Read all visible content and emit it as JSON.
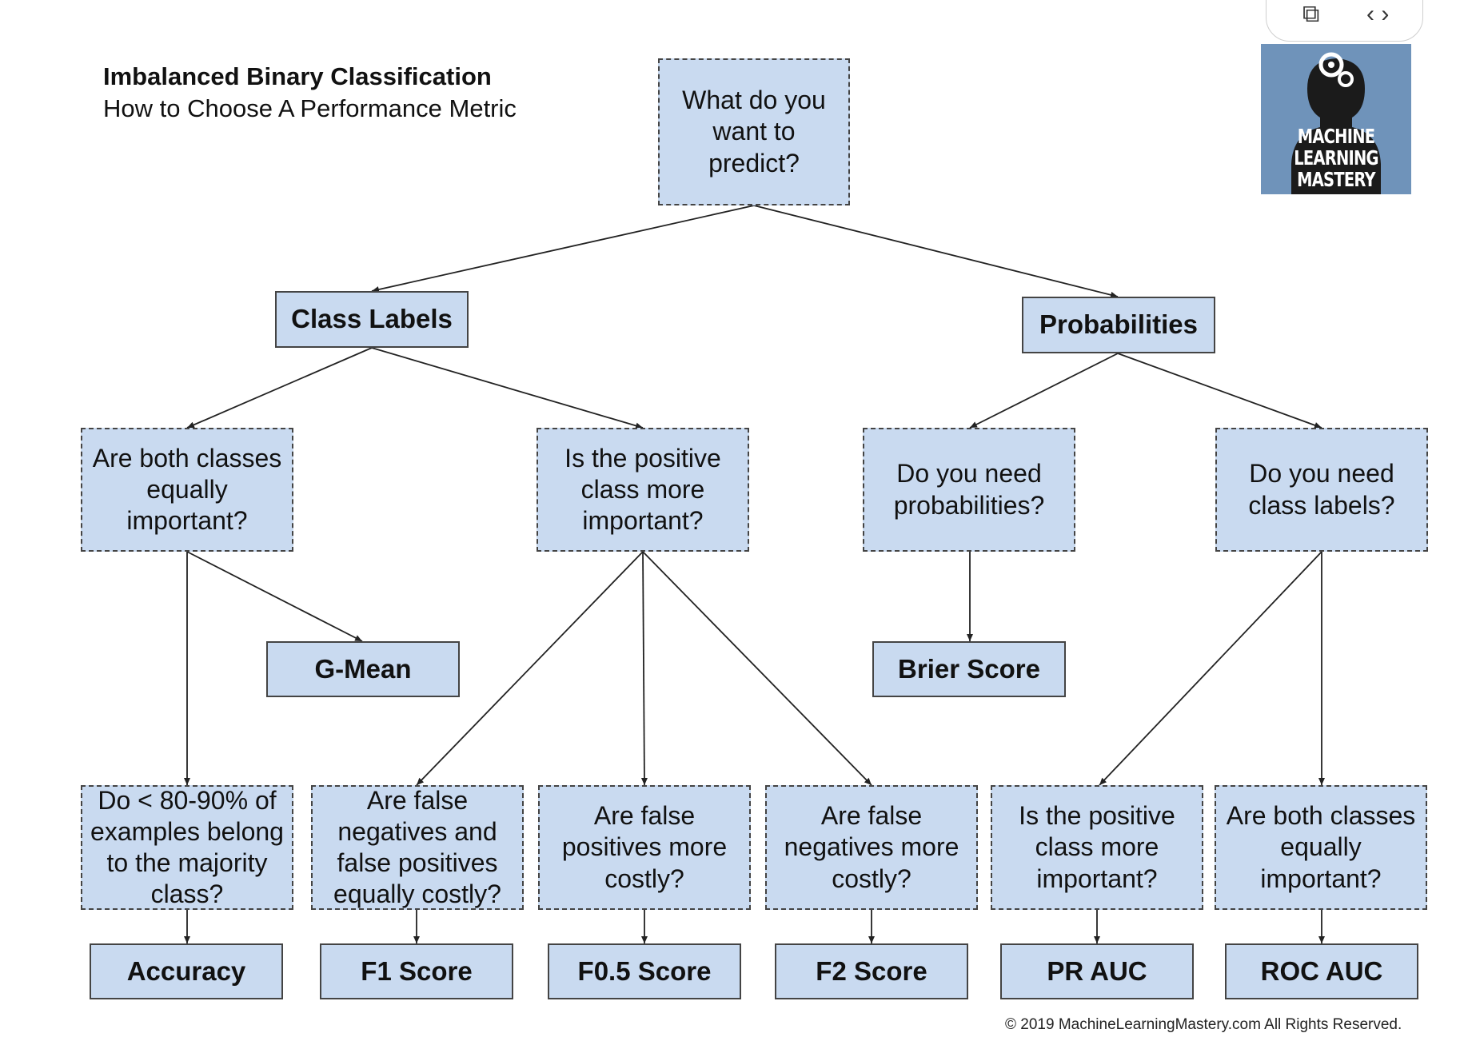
{
  "title": "Imbalanced Binary Classification",
  "subtitle": "How to Choose A Performance Metric",
  "logo": {
    "lines": [
      "MACHINE",
      "LEARNING",
      "MASTERY"
    ],
    "icon": "gears-head-icon"
  },
  "copyright": "© 2019 MachineLearningMastery.com All Rights Reserved.",
  "toolbar": {
    "icons": [
      "link-icon",
      "code-icon"
    ]
  },
  "colors": {
    "node_fill": "#c9daf0",
    "border": "#444444",
    "logo_bg": "#6f93ba"
  },
  "nodes": {
    "root": "What do you want to predict?",
    "class_labels": "Class Labels",
    "probabilities": "Probabilities",
    "q_both_equal_a": "Are both classes equally important?",
    "q_positive_more_a": "Is the positive class more important?",
    "q_need_probabilities": "Do you need probabilities?",
    "q_need_class_labels": "Do you need class labels?",
    "g_mean": "G-Mean",
    "brier_score": "Brier Score",
    "q_majority": "Do < 80-90% of examples belong to the majority class?",
    "q_fn_fp_equal": "Are false negatives and false positives equally costly?",
    "q_fp_more": "Are false positives more costly?",
    "q_fn_more": "Are false negatives more costly?",
    "q_positive_more_b": "Is the positive class more important?",
    "q_both_equal_b": "Are both classes equally important?",
    "accuracy": "Accuracy",
    "f1_score": "F1 Score",
    "f05_score": "F0.5 Score",
    "f2_score": "F2 Score",
    "pr_auc": "PR AUC",
    "roc_auc": "ROC AUC"
  }
}
